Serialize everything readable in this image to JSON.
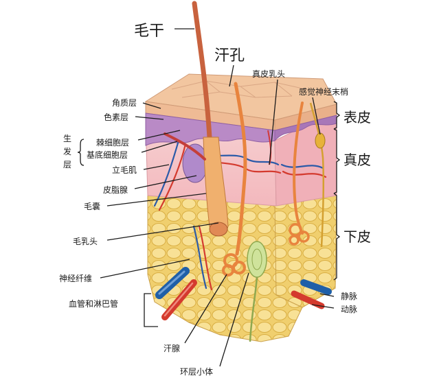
{
  "labels": {
    "hair_shaft": "毛干",
    "sweat_pore": "汗孔",
    "dermal_papilla": "真皮乳头",
    "sensory_nerve_ending": "感觉神经末梢",
    "stratum_corneum": "角质层",
    "pigment_layer": "色素层",
    "germinal_layer_1": "生",
    "germinal_layer_2": "发",
    "germinal_layer_3": "层",
    "spinous_layer": "棘细胞层",
    "basal_layer": "基底细胞层",
    "arrector_pili": "立毛肌",
    "sebaceous_gland": "皮脂腺",
    "hair_follicle": "毛囊",
    "hair_papilla": "毛乳头",
    "nerve_fiber": "神经纤维",
    "vessels_lymph": "血管和淋巴管",
    "sweat_gland": "汗腺",
    "lamellar_corpuscle": "环层小体",
    "vein": "静脉",
    "artery": "动脉",
    "epidermis": "表皮",
    "dermis": "真皮",
    "hypodermis": "下皮"
  },
  "colors": {
    "epidermis_top": "#f2c9a5",
    "pigment": "#b986c4",
    "dermis": "#f4c5c8",
    "fat": "#f3d57a",
    "hair": "#c8623e",
    "vein": "#1f5fa8",
    "artery": "#d43a2e"
  }
}
